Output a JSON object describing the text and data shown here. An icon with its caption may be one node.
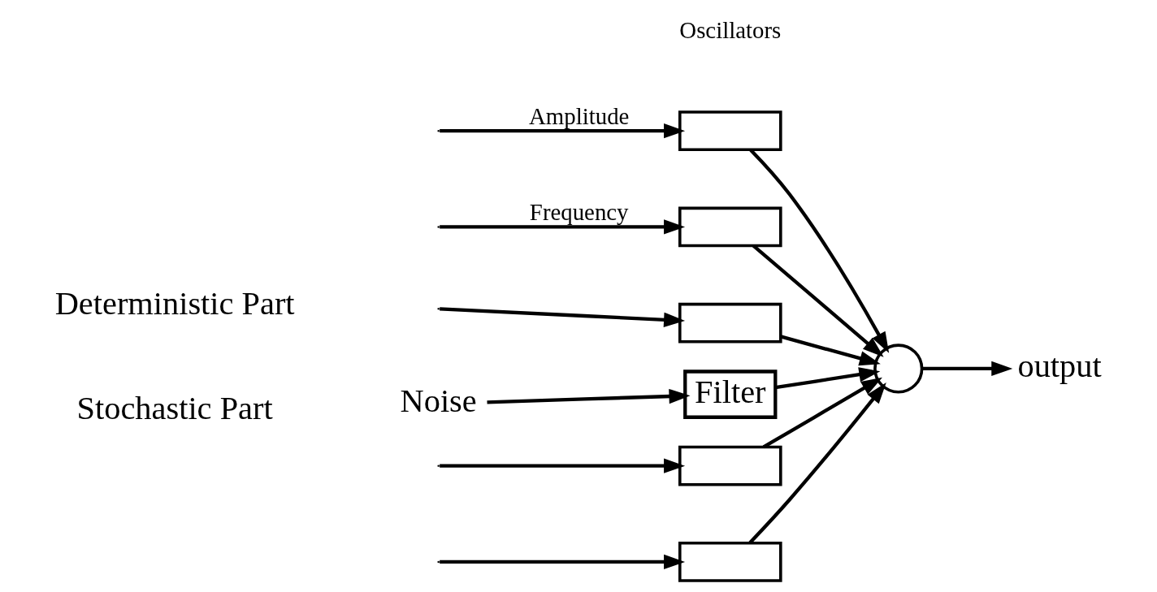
{
  "diagram": {
    "nodes": [
      {
        "text": [],
        "shape": "box"
      },
      {
        "text": [],
        "shape": "box"
      },
      {
        "text": [],
        "shape": "box"
      },
      {
        "text": [],
        "shape": "box"
      },
      {
        "text": [],
        "shape": "box"
      },
      {
        "text": [],
        "shape": "circle"
      },
      {
        "text": [
          "output"
        ]
      },
      {
        "text": [
          "Noise"
        ]
      },
      {
        "text": [
          "Filter"
        ]
      }
    ],
    "edges": [
      {
        "from": null,
        "to": 0,
        "arrow": "to",
        "label": "Amplitude"
      },
      {
        "from": null,
        "to": 1,
        "arrow": "to",
        "label": "Frequency"
      },
      {
        "from": null,
        "to": 2,
        "arrow": "to"
      },
      {
        "from": null,
        "to": 3,
        "arrow": "to"
      },
      {
        "from": null,
        "to": 4,
        "arrow": "to"
      },
      {
        "from": 0,
        "to": 5,
        "arrow": "to"
      },
      {
        "from": 1,
        "to": 5,
        "arrow": "to"
      },
      {
        "from": 2,
        "to": 5,
        "arrow": "to"
      },
      {
        "from": 3,
        "to": 5,
        "arrow": "to"
      },
      {
        "from": 4,
        "to": 5,
        "arrow": "to"
      },
      {
        "from": 8,
        "to": 5,
        "arrow": "to"
      },
      {
        "from": 5,
        "to": 6,
        "arrow": "to"
      },
      {
        "from": 7,
        "to": 8,
        "arrow": "to"
      }
    ],
    "labels": [
      "Oscillators",
      "Deterministic Part",
      "Stochastic Part"
    ]
  }
}
